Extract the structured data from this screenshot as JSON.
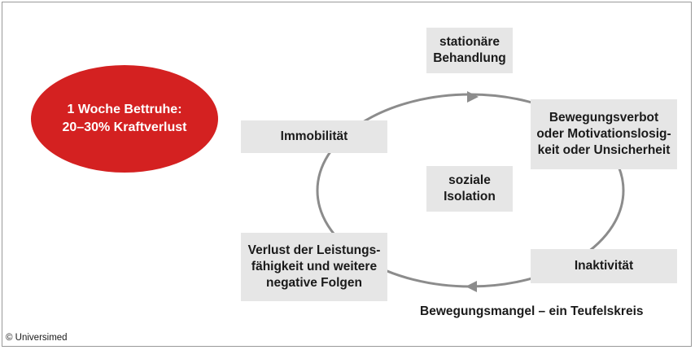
{
  "ellipse": {
    "text": "1 Woche Bettruhe:\n20–30% Kraftverlust",
    "color": "#d42121"
  },
  "boxes": {
    "stationaer": "stationäre\nBehandlung",
    "bewegungsverbot": "Bewegungsverbot\noder Motivationslosig-\nkeit oder Unsicherheit",
    "immobilitaet": "Immobilität",
    "soziale_isolation": "soziale\nIsolation",
    "verlust": "Verlust der Leistungs-\nfähigkeit und weitere\nnegative Folgen",
    "inaktivitaet": "Inaktivität"
  },
  "caption": "Bewegungsmangel – ein Teufelskreis",
  "copyright": "© Universimed",
  "colors": {
    "box_fill": "#e6e6e6",
    "cycle_stroke": "#8c8c8c",
    "text": "#1a1a1a"
  }
}
